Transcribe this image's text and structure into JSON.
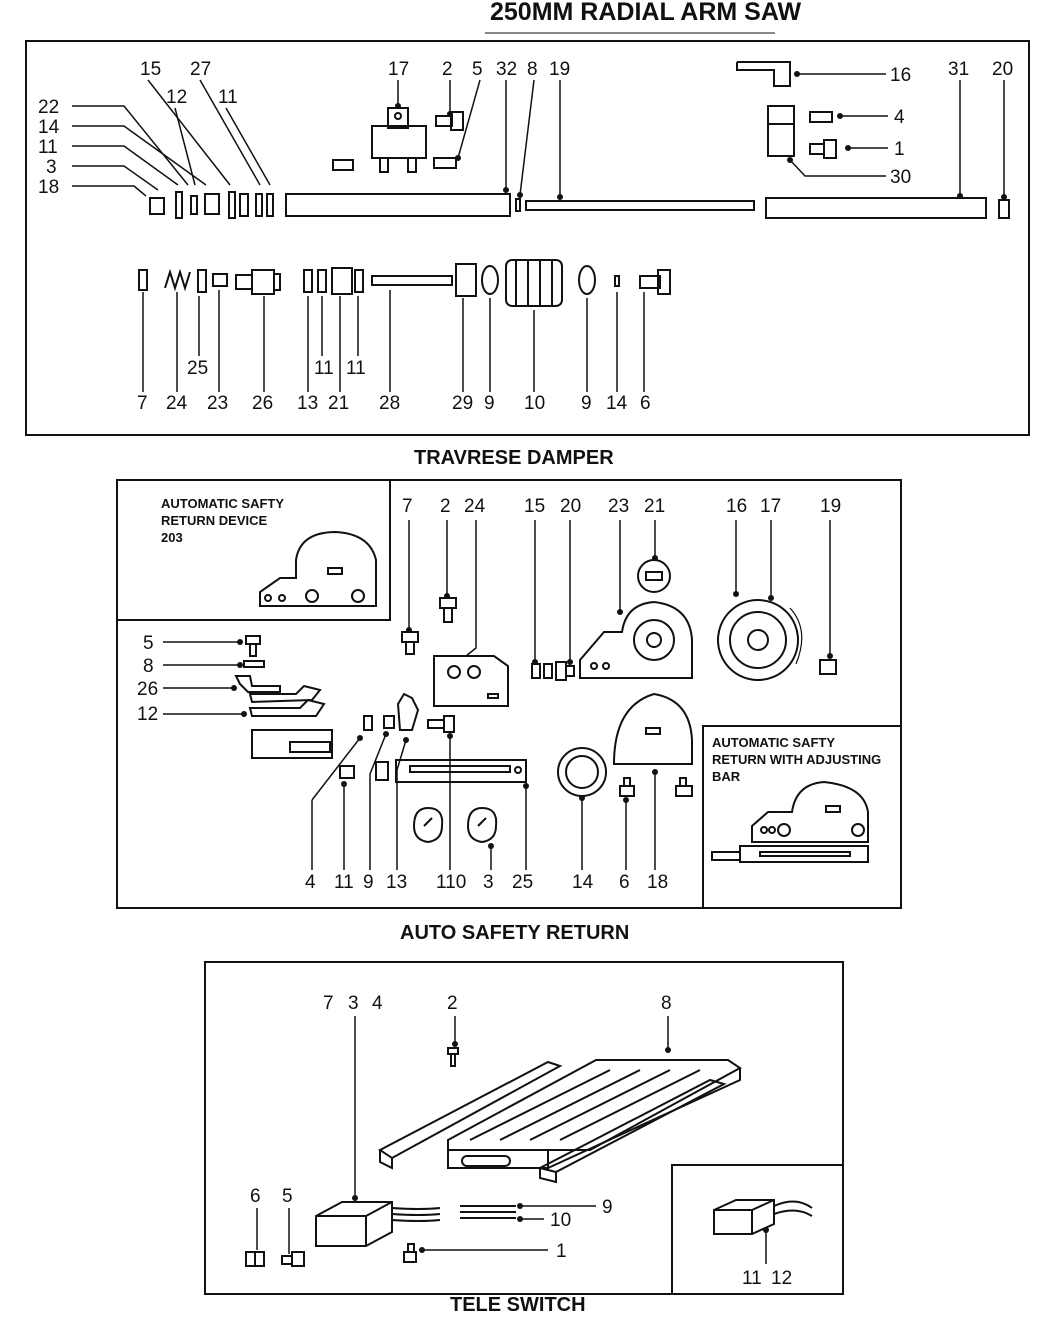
{
  "page_title": "250MM RADIAL ARM SAW",
  "sections": {
    "traverse_damper": {
      "caption": "TRAVRESE  DAMPER",
      "labels": [
        "15",
        "27",
        "17",
        "2",
        "5",
        "32",
        "8",
        "19",
        "16",
        "31",
        "20",
        "12",
        "11",
        "22",
        "14",
        "11",
        "3",
        "18",
        "4",
        "1",
        "30",
        "7",
        "24",
        "25",
        "23",
        "26",
        "13",
        "11",
        "21",
        "11",
        "28",
        "29",
        "9",
        "10",
        "9",
        "14",
        "6"
      ]
    },
    "auto_safety_return": {
      "caption": "AUTO SAFETY RETURN",
      "inset_device": [
        "AUTOMATIC SAFTY",
        "RETURN DEVICE",
        "203"
      ],
      "inset_adjusting": [
        "AUTOMATIC SAFTY",
        "RETURN WITH ADJUSTING",
        "BAR"
      ],
      "labels": [
        "7",
        "2",
        "24",
        "15",
        "20",
        "23",
        "21",
        "16",
        "17",
        "19",
        "5",
        "8",
        "26",
        "12",
        "4",
        "11",
        "9",
        "13",
        "110",
        "3",
        "25",
        "14",
        "6",
        "18"
      ]
    },
    "tele_switch": {
      "caption": "TELE SWITCH",
      "labels": [
        "7",
        "3",
        "4",
        "2",
        "8",
        "6",
        "5",
        "9",
        "10",
        "1",
        "11",
        "12"
      ]
    }
  }
}
